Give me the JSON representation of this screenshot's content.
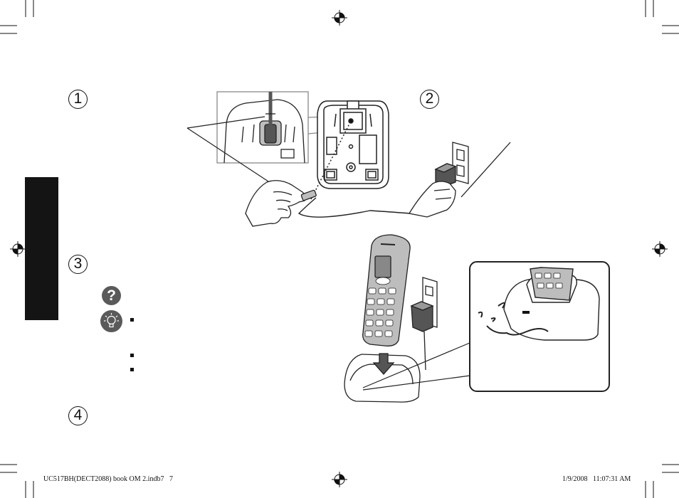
{
  "steps": {
    "step1": "1",
    "step2": "2",
    "step3": "3",
    "step4": "4"
  },
  "help": {
    "question_symbol": "?"
  },
  "footer": {
    "file_info": "UC517BH(DECT2088) book OM 2.indb7   7",
    "datetime": "1/9/2008   11:07:31 AM"
  },
  "icons": {
    "registration_marks": "crosshair-registration-mark-icon",
    "question": "question-icon",
    "tip": "lightbulb-tip-icon"
  },
  "colors": {
    "sidebar": "#141414",
    "icon_gray": "#5a5a5a",
    "line_art": "#222222",
    "shading": "#bdbdbd"
  }
}
